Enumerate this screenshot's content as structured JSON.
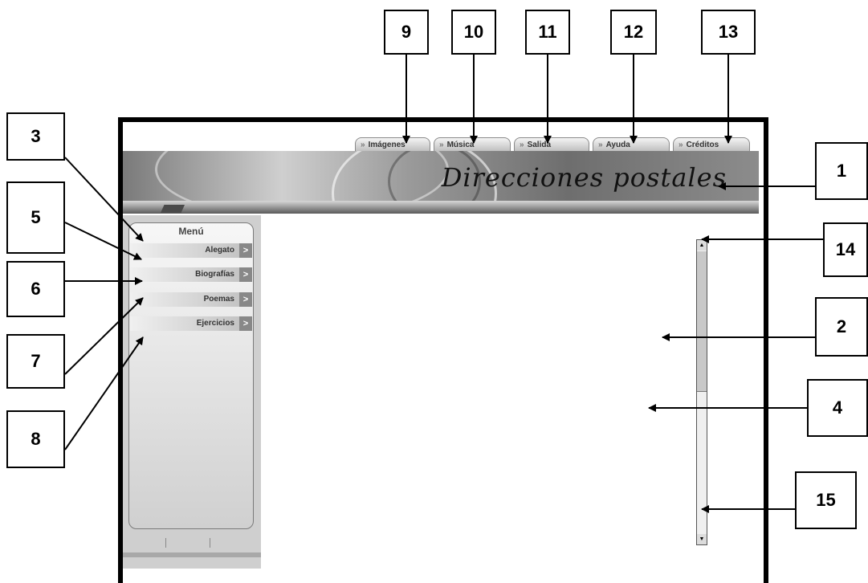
{
  "app": {
    "banner_title": "Direcciones postales",
    "tabs": [
      {
        "label": "Imágenes"
      },
      {
        "label": "Música"
      },
      {
        "label": "Salida"
      },
      {
        "label": "Ayuda"
      },
      {
        "label": "Créditos"
      }
    ],
    "menu": {
      "title": "Menú",
      "items": [
        {
          "label": "Alegato"
        },
        {
          "label": "Biografías"
        },
        {
          "label": "Poemas"
        },
        {
          "label": "Ejercicios"
        }
      ]
    }
  },
  "callouts": [
    "9",
    "10",
    "11",
    "12",
    "13",
    "3",
    "1",
    "5",
    "14",
    "6",
    "2",
    "7",
    "4",
    "8",
    "15"
  ]
}
